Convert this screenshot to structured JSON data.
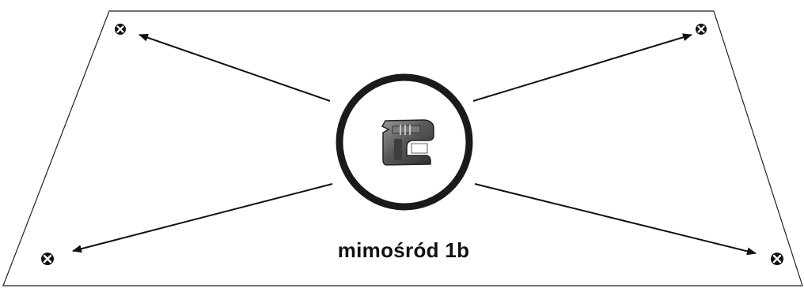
{
  "diagram": {
    "label": "mimośród 1b",
    "panel_shape": "trapezoid",
    "hardware_icon": "eccentric-cam-fitting",
    "screw_icon": "cross-screw-head",
    "colors": {
      "outline": "#222222",
      "ring": "#1a1a1a",
      "arrow": "#111111",
      "cam_metal": "#5a5a5a",
      "background": "#ffffff"
    }
  }
}
